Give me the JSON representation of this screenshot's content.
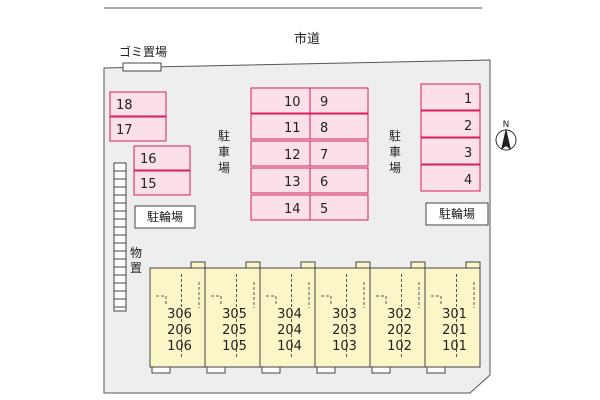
{
  "map": {
    "road_label": "市道",
    "garbage_label": "ゴミ置場",
    "parking_label_center": "駐車場",
    "parking_label_right": "駐車場",
    "bike_label_left": "駐輪場",
    "bike_label_right": "駐輪場",
    "storage_label": "物置",
    "north_label": "N",
    "colors": {
      "site": "#eeeeee",
      "parking": "#fbe0ea",
      "parking_border": "#d81e5b",
      "building": "#fbf6c8",
      "outline": "#555555"
    },
    "parking_left": [
      "18",
      "17",
      "16",
      "15"
    ],
    "parking_center_left": [
      "10",
      "11",
      "12",
      "13",
      "14"
    ],
    "parking_center_right": [
      "9",
      "8",
      "7",
      "6",
      "5"
    ],
    "parking_right": [
      "1",
      "2",
      "3",
      "4"
    ],
    "units": [
      {
        "top": "306",
        "mid": "206",
        "bottom": "106"
      },
      {
        "top": "305",
        "mid": "205",
        "bottom": "105"
      },
      {
        "top": "304",
        "mid": "204",
        "bottom": "104"
      },
      {
        "top": "303",
        "mid": "203",
        "bottom": "103"
      },
      {
        "top": "302",
        "mid": "202",
        "bottom": "102"
      },
      {
        "top": "301",
        "mid": "201",
        "bottom": "101"
      }
    ]
  }
}
